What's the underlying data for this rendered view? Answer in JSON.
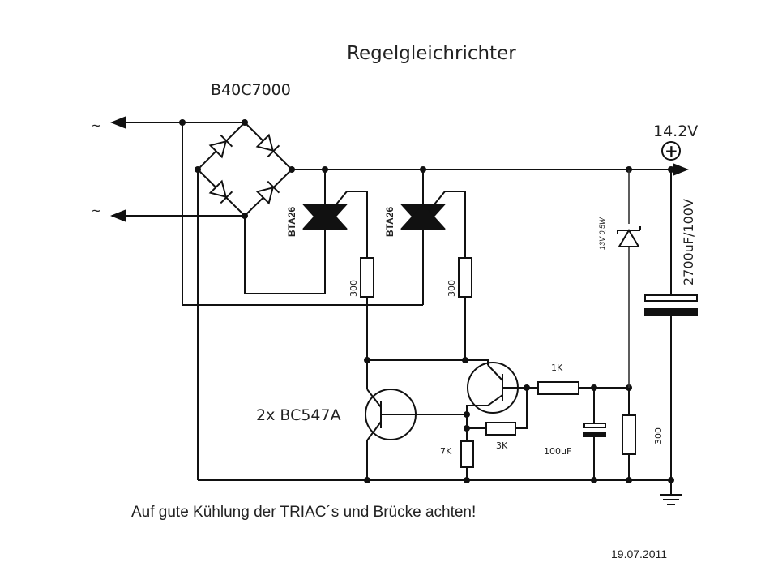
{
  "title": "Regelgleichrichter",
  "bridge_label": "B40C7000",
  "ac_symbol_top": "~",
  "ac_symbol_bottom": "~",
  "output_voltage": "14.2V",
  "plus_symbol": "+",
  "capacitor_main_label": "2700uF/100V",
  "zener_label": "13V 0,5W",
  "triac_1_label": "BTA26",
  "triac_2_label": "BTA26",
  "gate_resistor_1_label": "300",
  "gate_resistor_2_label": "300",
  "transistor_label": "2x BC547A",
  "resistor_1k_label": "1K",
  "resistor_3k_label": "3K",
  "resistor_7k_label": "7K",
  "capacitor_small_label": "100uF",
  "resistor_300_label": "300",
  "note": "Auf gute Kühlung der TRIAC´s und Brücke achten!",
  "date": "19.07.2011"
}
